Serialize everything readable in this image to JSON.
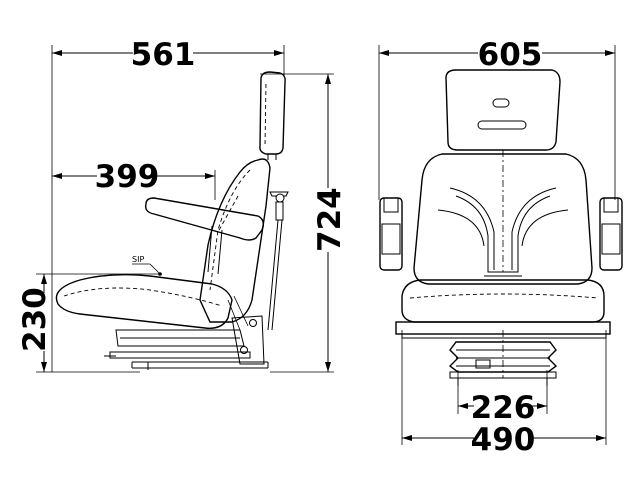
{
  "dimensions": {
    "side_length": "561",
    "side_armrest_depth": "399",
    "side_seat_height": "230",
    "overall_height": "724",
    "front_width": "605",
    "front_base_width": "490",
    "front_rail_width": "226"
  },
  "labels": {
    "sip": "SIP"
  }
}
